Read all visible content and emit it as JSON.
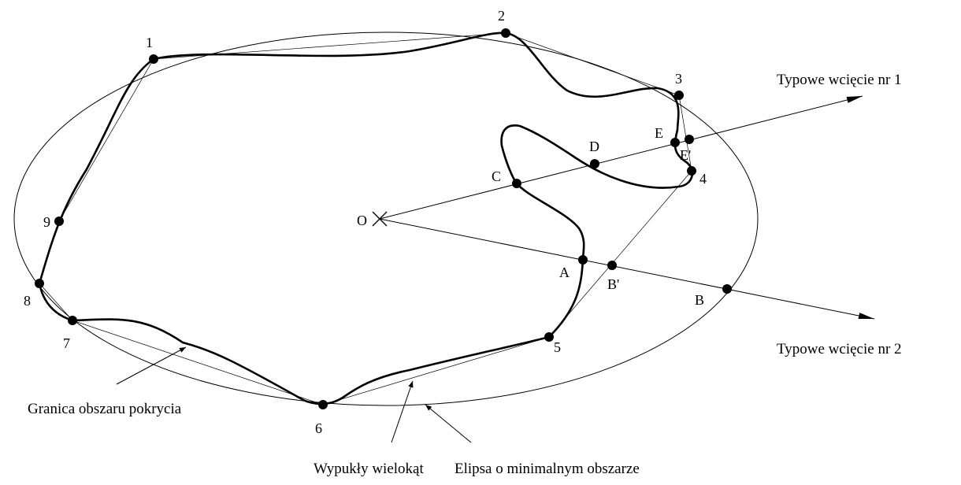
{
  "diagram": {
    "points": {
      "p1": "1",
      "p2": "2",
      "p3": "3",
      "p4": "4",
      "p5": "5",
      "p6": "6",
      "p7": "7",
      "p8": "8",
      "p9": "9",
      "A": "A",
      "B": "B",
      "B_prime": "B'",
      "C": "C",
      "D": "D",
      "E": "E",
      "E_prime": "E'",
      "O": "O"
    },
    "rays": {
      "ray1": "Typowe wcięcie nr 1",
      "ray2": "Typowe wcięcie nr 2"
    },
    "captions": {
      "boundary": "Granica obszaru pokrycia",
      "hull": "Wypukły wielokąt",
      "ellipse": "Elipsa o minimalnym obszarze"
    }
  }
}
